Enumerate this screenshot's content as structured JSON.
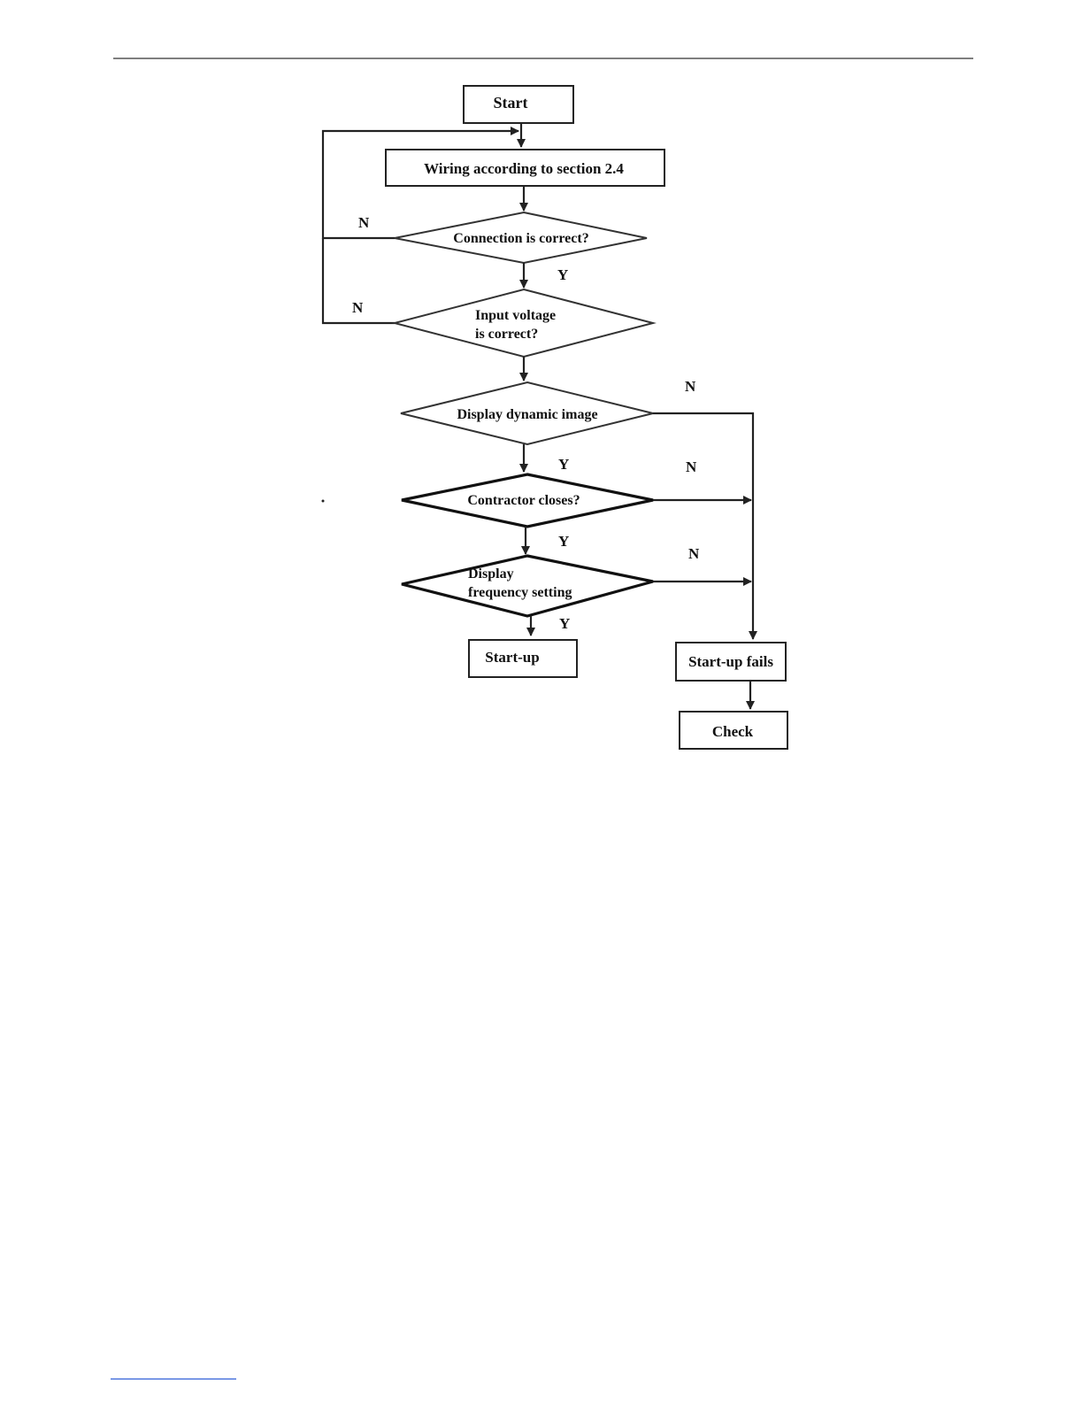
{
  "flowchart": {
    "start": "Start",
    "wiring": "Wiring according to section 2.4",
    "connection": "Connection is correct?",
    "voltage": [
      "Input voltage",
      "is correct?"
    ],
    "dynamic_image": "Display dynamic image",
    "contractor": "Contractor closes?",
    "frequency": [
      "Display",
      "frequency setting"
    ],
    "startup": "Start-up",
    "startup_fails": "Start-up fails",
    "check": "Check"
  },
  "branch_labels": {
    "yes": "Y",
    "no": "N"
  },
  "colors": {
    "ink": "#222222",
    "footer_rule": "#2a5bd7"
  }
}
